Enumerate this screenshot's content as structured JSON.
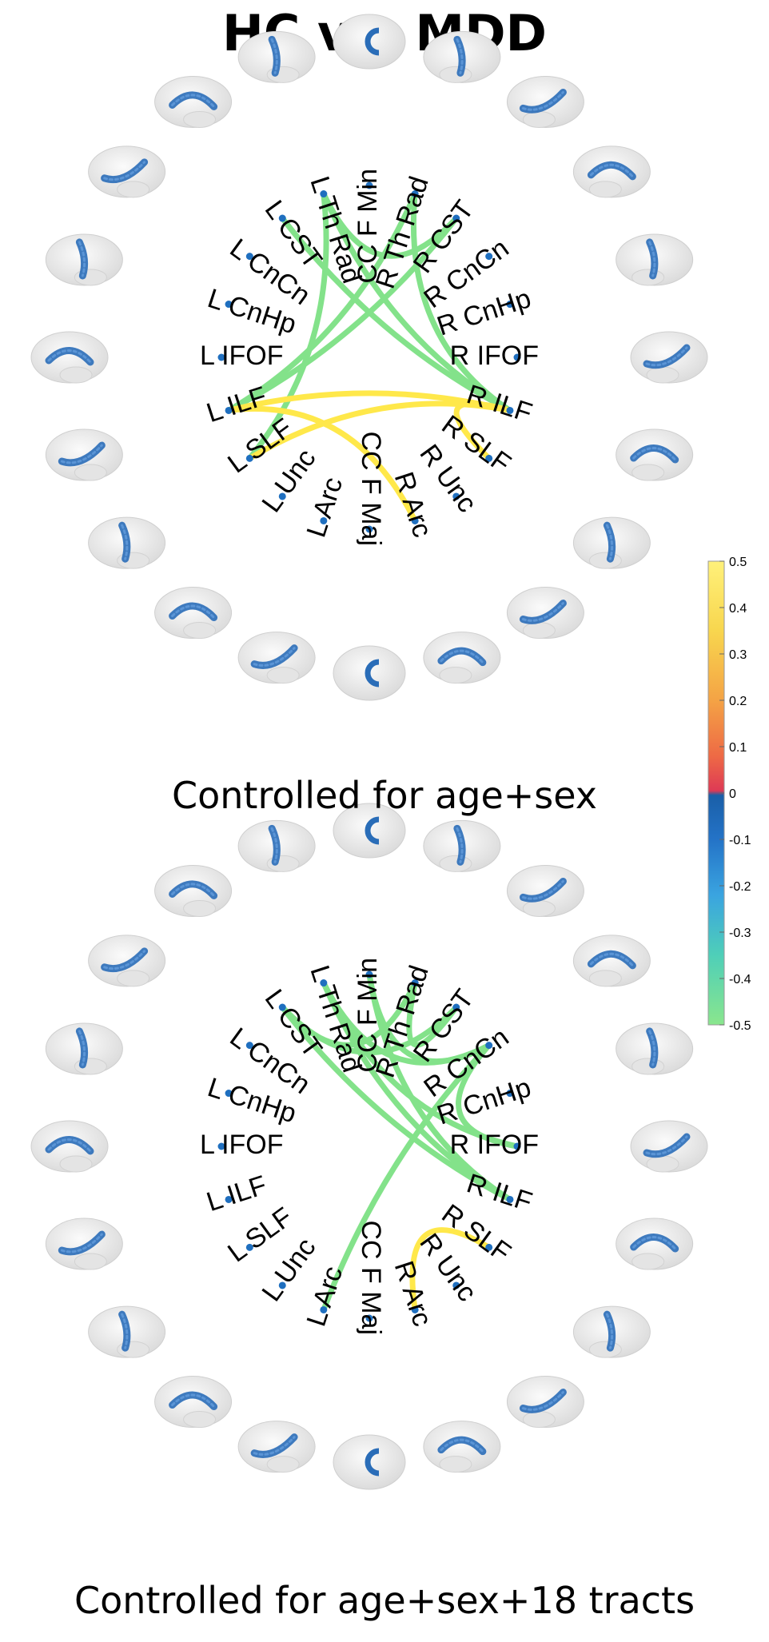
{
  "title": "HC vs. MDD",
  "colors": {
    "node": "#1f6fbf",
    "positive": "#ffe84a",
    "negative": "#83e28a",
    "brain": "#ededed",
    "tract": "#2a6db8"
  },
  "tracts": [
    {
      "id": "cc_f_min",
      "label": "CC F Min",
      "icon": "brain-top-view-icon"
    },
    {
      "id": "r_th_rad",
      "label": "R Th Rad",
      "icon": "brain-side-view-icon"
    },
    {
      "id": "r_cst",
      "label": "R CST",
      "icon": "brain-side-view-icon"
    },
    {
      "id": "r_cncn",
      "label": "R CnCn",
      "icon": "brain-side-view-icon"
    },
    {
      "id": "r_cnhp",
      "label": "R CnHp",
      "icon": "brain-side-view-icon"
    },
    {
      "id": "r_ifof",
      "label": "R IFOF",
      "icon": "brain-side-view-icon"
    },
    {
      "id": "r_ilf",
      "label": "R ILF",
      "icon": "brain-side-view-icon"
    },
    {
      "id": "r_slf",
      "label": "R SLF",
      "icon": "brain-side-view-icon"
    },
    {
      "id": "r_unc",
      "label": "R Unc",
      "icon": "brain-side-view-icon"
    },
    {
      "id": "r_arc",
      "label": "R Arc",
      "icon": "brain-side-view-icon"
    },
    {
      "id": "cc_f_maj",
      "label": "CC F Maj",
      "icon": "brain-top-view-icon"
    },
    {
      "id": "l_arc",
      "label": "L Arc",
      "icon": "brain-side-view-icon"
    },
    {
      "id": "l_unc",
      "label": "L Unc",
      "icon": "brain-side-view-icon"
    },
    {
      "id": "l_slf",
      "label": "L SLF",
      "icon": "brain-side-view-icon"
    },
    {
      "id": "l_ilf",
      "label": "L ILF",
      "icon": "brain-side-view-icon"
    },
    {
      "id": "l_ifof",
      "label": "L IFOF",
      "icon": "brain-side-view-icon"
    },
    {
      "id": "l_cnhp",
      "label": "L CnHp",
      "icon": "brain-side-view-icon"
    },
    {
      "id": "l_cncn",
      "label": "L CnCn",
      "icon": "brain-side-view-icon"
    },
    {
      "id": "l_cst",
      "label": "L CST",
      "icon": "brain-side-view-icon"
    },
    {
      "id": "l_th_rad",
      "label": "L Th Rad",
      "icon": "brain-side-view-icon"
    }
  ],
  "panels": [
    {
      "caption": "Controlled for age+sex",
      "edges": [
        {
          "from": "l_cst",
          "to": "r_ilf",
          "value": -0.5
        },
        {
          "from": "l_th_rad",
          "to": "l_slf",
          "value": -0.5
        },
        {
          "from": "l_th_rad",
          "to": "r_ilf",
          "value": -0.5
        },
        {
          "from": "l_th_rad",
          "to": "r_cst",
          "value": -0.5
        },
        {
          "from": "r_th_rad",
          "to": "l_ilf",
          "value": -0.5
        },
        {
          "from": "r_th_rad",
          "to": "r_ilf",
          "value": -0.5
        },
        {
          "from": "r_cst",
          "to": "l_ilf",
          "value": -0.5
        },
        {
          "from": "l_ilf",
          "to": "r_ilf",
          "value": 0.5
        },
        {
          "from": "l_slf",
          "to": "r_ilf",
          "value": 0.5
        },
        {
          "from": "l_ilf",
          "to": "r_arc",
          "value": 0.5
        },
        {
          "from": "r_ilf",
          "to": "r_slf",
          "value": 0.5
        }
      ]
    },
    {
      "caption": "Controlled for age+sex+18 tracts",
      "edges": [
        {
          "from": "l_cst",
          "to": "r_th_rad",
          "value": -0.5
        },
        {
          "from": "l_cst",
          "to": "r_cst",
          "value": -0.5
        },
        {
          "from": "l_cst",
          "to": "r_ilf",
          "value": -0.5
        },
        {
          "from": "l_th_rad",
          "to": "r_ifof",
          "value": -0.5
        },
        {
          "from": "l_th_rad",
          "to": "r_ilf",
          "value": -0.5
        },
        {
          "from": "l_th_rad",
          "to": "r_cncn",
          "value": -0.5
        },
        {
          "from": "cc_f_min",
          "to": "r_ilf",
          "value": -0.5
        },
        {
          "from": "cc_f_min",
          "to": "r_cncn",
          "value": -0.5
        },
        {
          "from": "r_th_rad",
          "to": "r_cst",
          "value": -0.5
        },
        {
          "from": "r_cncn",
          "to": "r_ifof",
          "value": -0.5
        },
        {
          "from": "r_cncn",
          "to": "l_arc",
          "value": -0.5
        },
        {
          "from": "r_arc",
          "to": "r_slf",
          "value": 0.5
        }
      ]
    }
  ],
  "colorbar": {
    "ticks": [
      "0.5",
      "0.4",
      "0.3",
      "0.2",
      "0.1",
      "0",
      "-0.1",
      "-0.2",
      "-0.3",
      "-0.4",
      "-0.5"
    ],
    "range": [
      -0.5,
      0.5
    ]
  }
}
